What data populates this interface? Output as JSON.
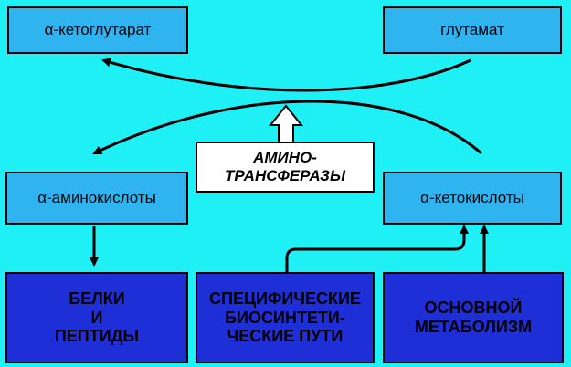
{
  "nodes": {
    "alpha_ketoglutarate": "α-кетоглутарат",
    "glutamate": "глутамат",
    "enzyme_line1": "АМИНО-",
    "enzyme_line2": "ТРАНСФЕРАЗЫ",
    "alpha_amino_acids": "α-аминокислоты",
    "alpha_keto_acids": "α-кетокислоты",
    "proteins_line1": "БЕЛКИ",
    "proteins_line2": "И",
    "proteins_line3": "ПЕПТИДЫ",
    "specific_line1": "СПЕЦИФИЧЕСКИЕ",
    "specific_line2": "БИОСИНТЕТИ-",
    "specific_line3": "ЧЕСКИЕ ПУТИ",
    "metabolism_line1": "ОСНОВНОЙ",
    "metabolism_line2": "МЕТАБОЛИЗМ"
  },
  "colors": {
    "background": "#1ef0f6",
    "light_box": "#2fb4f0",
    "dark_box": "#1e2fd8",
    "enzyme_box": "#ffffff",
    "lines": "#000000"
  }
}
